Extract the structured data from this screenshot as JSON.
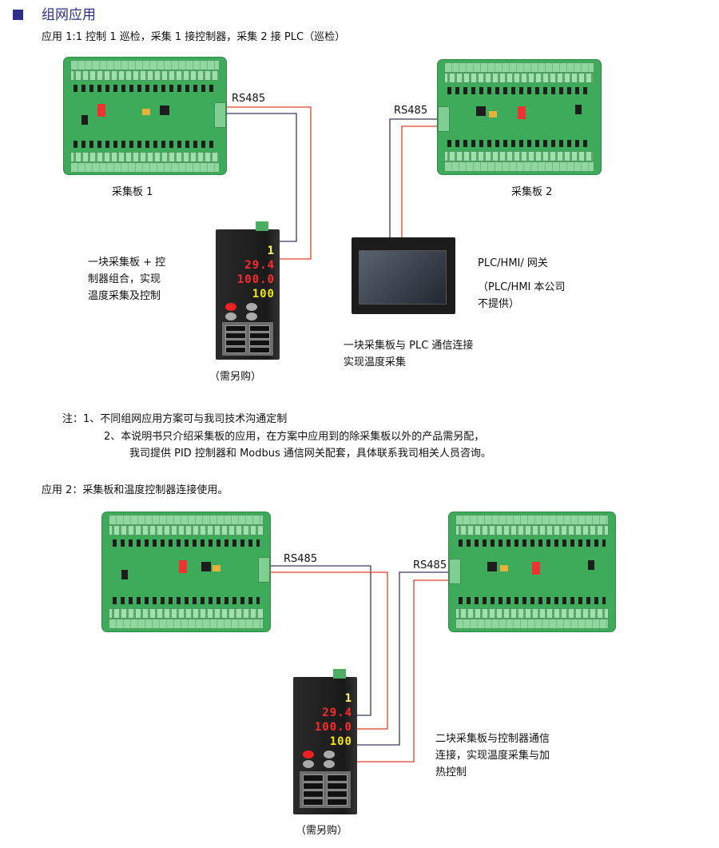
{
  "header": {
    "title": "组网应用",
    "app1_title": "应用 1:1 控制 1 巡检，采集 1 接控制器，采集 2 接 PLC（巡检）"
  },
  "app1": {
    "rs485_a": "RS485",
    "rs485_b": "RS485",
    "board1_label": "采集板 1",
    "board2_label": "采集板 2",
    "controller_note": "（需另购）",
    "desc_left": [
      "一块采集板 + 控",
      "制器组合，实现",
      "温度采集及控制"
    ],
    "plc_title": "PLC/HMI/ 网关",
    "plc_note": [
      "（PLC/HMI 本公司",
      "不提供）"
    ],
    "desc_plc": [
      "一块采集板与 PLC 通信连接",
      "实现温度采集"
    ]
  },
  "controller": {
    "ch": "1",
    "pv": "29.4",
    "sv": "100.0",
    "out": "100"
  },
  "notes": [
    "注：1、不同组网应用方案可与我司技术沟通定制",
    "2、本说明书只介绍采集板的应用，在方案中应用到的除采集板以外的产品需另配，",
    "我司提供 PID 控制器和 Modbus 通信网关配套，具体联系我司相关人员咨询。"
  ],
  "app2": {
    "title": "应用 2：采集板和温度控制器连接使用。",
    "rs485_a": "RS485",
    "rs485_b": "RS485",
    "controller_note": "（需另购）",
    "desc": [
      "二块采集板与控制器通信",
      "连接，实现温度采集与加",
      "热控制"
    ]
  },
  "colors": {
    "accent": "#2b2f8a",
    "wire_red": "#e0402a",
    "wire_dark": "#3a3a5a",
    "board": "#3dab5a"
  }
}
